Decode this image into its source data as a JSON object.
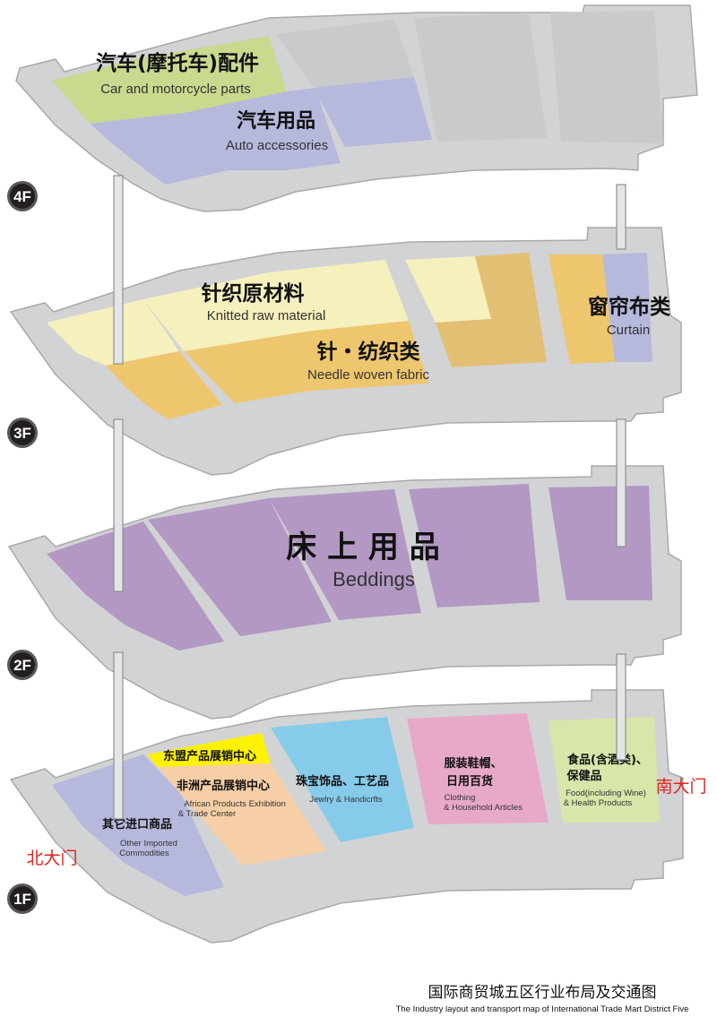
{
  "colors": {
    "slab": "#d2d3d5",
    "olive": "#c9d98e",
    "lavender": "#b6b8dc",
    "grey": "#c9cacc",
    "cream": "#f6f0bd",
    "gold": "#eec66d",
    "tan": "#e3bf73",
    "purple": "#b298c3",
    "yellow": "#fff200",
    "peach": "#f7cfa6",
    "sky": "#87cbea",
    "pink": "#e8a9c9",
    "lime": "#d7e6a9",
    "gate": "#e2231a"
  },
  "floors": [
    {
      "badge": "4F",
      "zones": [
        {
          "name_cn": "汽车(摩托车)配件",
          "name_en": "Car and motorcycle parts"
        },
        {
          "name_cn": "汽车用品",
          "name_en": "Auto accessories"
        }
      ]
    },
    {
      "badge": "3F",
      "zones": [
        {
          "name_cn": "针织原材料",
          "name_en": "Knitted raw material"
        },
        {
          "name_cn": "针・纺织类",
          "name_en": "Needle woven fabric"
        },
        {
          "name_cn": "窗帘布类",
          "name_en": "Curtain"
        }
      ]
    },
    {
      "badge": "2F",
      "zones": [
        {
          "name_cn": "床 上 用 品",
          "name_en": "Beddings"
        }
      ]
    },
    {
      "badge": "1F",
      "zones": [
        {
          "name_cn": "其它进口商品",
          "name_en_1": "Other Imported",
          "name_en_2": "Commodities"
        },
        {
          "name_cn": "东盟产品展销中心"
        },
        {
          "name_cn": "非洲产品展销中心",
          "name_en_1": "African Products Exhibition",
          "name_en_2": "& Trade Center"
        },
        {
          "name_cn": "珠宝饰品、工艺品",
          "name_en_1": "Jewlry & Handicrfts"
        },
        {
          "name_cn_1": "服装鞋帽、",
          "name_cn_2": "日用百货",
          "name_en_1": "Clothing",
          "name_en_2": "& Household Articles"
        },
        {
          "name_cn_1": "食品(含酒类)、",
          "name_cn_2": "保健品",
          "name_en_1": "Food(including Wine)",
          "name_en_2": "& Health Products"
        }
      ]
    }
  ],
  "gates": {
    "north": "北大门",
    "south": "南大门"
  },
  "footer": {
    "title_cn": "国际商贸城五区行业布局及交通图",
    "title_en": "The Industry layout and transport map of International Trade Mart District Five"
  }
}
